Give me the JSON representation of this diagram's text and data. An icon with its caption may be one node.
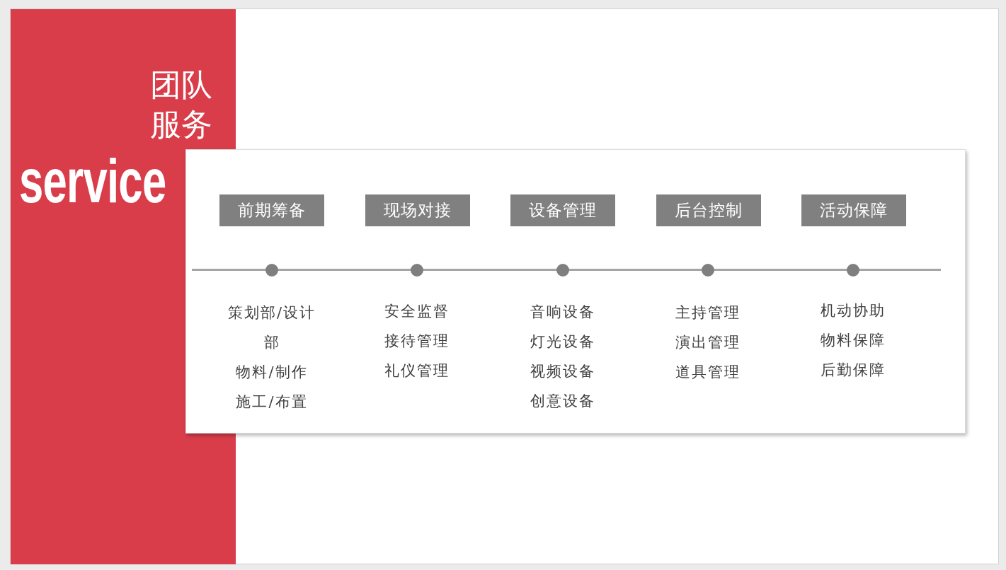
{
  "diagram": {
    "nodes": [
      {
        "text": [
          "团队服务",
          "service"
        ]
      },
      {
        "text": [],
        "shape": "box"
      },
      {
        "text": [
          "前期筹备"
        ],
        "in": 1
      },
      {
        "text": [
          "现场对接"
        ],
        "in": 1
      },
      {
        "text": [
          "设备管理"
        ],
        "in": 1
      },
      {
        "text": [
          "后台控制"
        ],
        "in": 1
      },
      {
        "text": [
          "活动保障"
        ],
        "in": 1
      }
    ],
    "labels": [
      "策划部/设计部",
      "物料/制作",
      "施工/布置",
      "安全监督",
      "接待管理",
      "礼仪管理",
      "音响设备",
      "灯光设备",
      "视频设备",
      "创意设备",
      "主持管理",
      "演出管理",
      "道具管理",
      "机动协助",
      "物料保障",
      "后勤保障"
    ]
  }
}
